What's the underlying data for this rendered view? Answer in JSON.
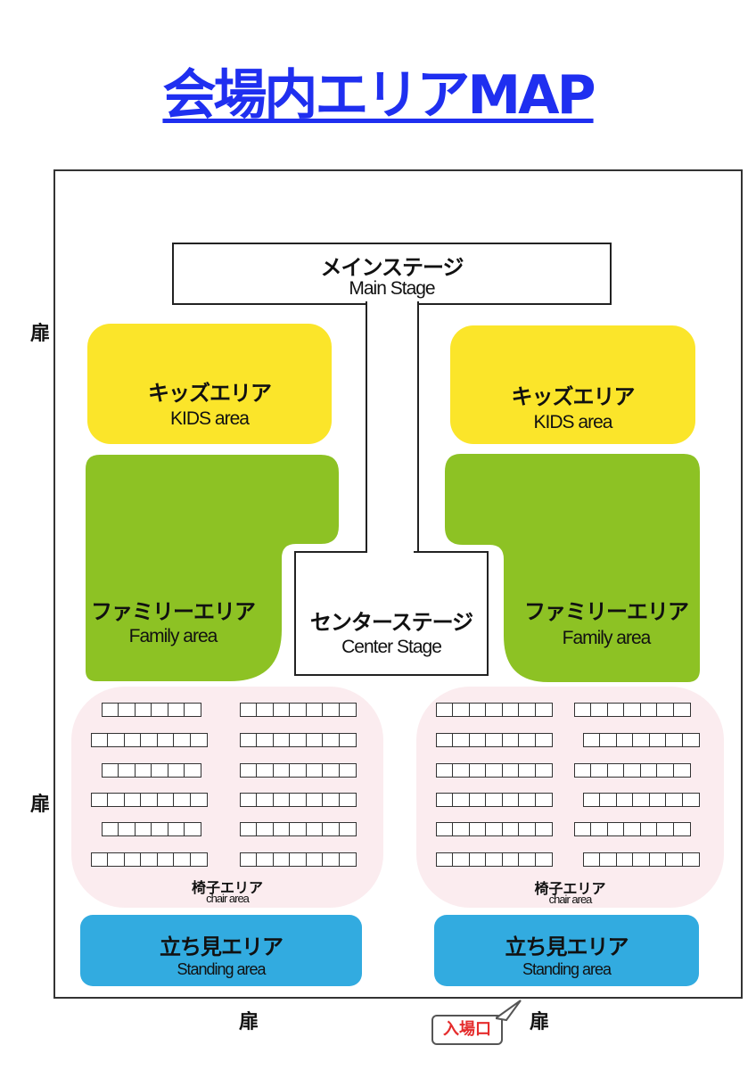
{
  "title": "会場内エリアMAP",
  "main_stage": {
    "jp": "メインステージ",
    "en": "Main Stage"
  },
  "center_stage": {
    "jp": "センターステージ",
    "en": "Center Stage"
  },
  "kids": {
    "jp": "キッズエリア",
    "en": "KIDS area"
  },
  "family": {
    "jp": "ファミリーエリア",
    "en": "Family area"
  },
  "chair": {
    "jp": "椅子エリア",
    "en": "chair area"
  },
  "standing": {
    "jp": "立ち見エリア",
    "en": "Standing area"
  },
  "door": "扉",
  "entrance": "入場口",
  "colors": {
    "title": "#1f2ff0",
    "kids": "#fbe52a",
    "family": "#8dc224",
    "chair": "#fbecef",
    "standing": "#32abe0",
    "entrance_text": "#e52c2c"
  }
}
